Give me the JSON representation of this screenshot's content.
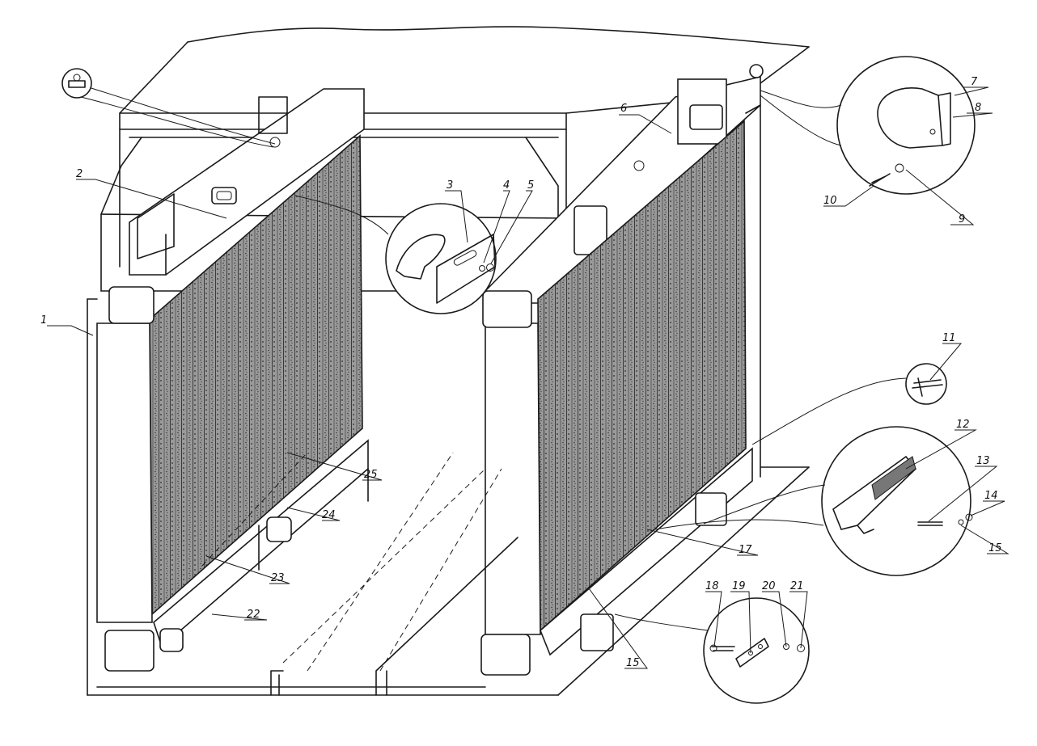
{
  "diagram": {
    "callouts": [
      {
        "id": "c1",
        "label": "1"
      },
      {
        "id": "c2",
        "label": "2"
      },
      {
        "id": "c3",
        "label": "3"
      },
      {
        "id": "c4",
        "label": "4"
      },
      {
        "id": "c5",
        "label": "5"
      },
      {
        "id": "c6",
        "label": "6"
      },
      {
        "id": "c7",
        "label": "7"
      },
      {
        "id": "c8",
        "label": "8"
      },
      {
        "id": "c9",
        "label": "9"
      },
      {
        "id": "c10",
        "label": "10"
      },
      {
        "id": "c11",
        "label": "11"
      },
      {
        "id": "c12",
        "label": "12"
      },
      {
        "id": "c13",
        "label": "13"
      },
      {
        "id": "c14",
        "label": "14"
      },
      {
        "id": "c15a",
        "label": "15"
      },
      {
        "id": "c15b",
        "label": "15"
      },
      {
        "id": "c17",
        "label": "17"
      },
      {
        "id": "c18",
        "label": "18"
      },
      {
        "id": "c19",
        "label": "19"
      },
      {
        "id": "c20",
        "label": "20"
      },
      {
        "id": "c21",
        "label": "21"
      },
      {
        "id": "c22",
        "label": "22"
      },
      {
        "id": "c23",
        "label": "23"
      },
      {
        "id": "c24",
        "label": "24"
      },
      {
        "id": "c25",
        "label": "25"
      }
    ],
    "colors": {
      "ink": "#1a1a1a",
      "paper": "#ffffff",
      "core_shade": "#6e6e6e"
    }
  }
}
